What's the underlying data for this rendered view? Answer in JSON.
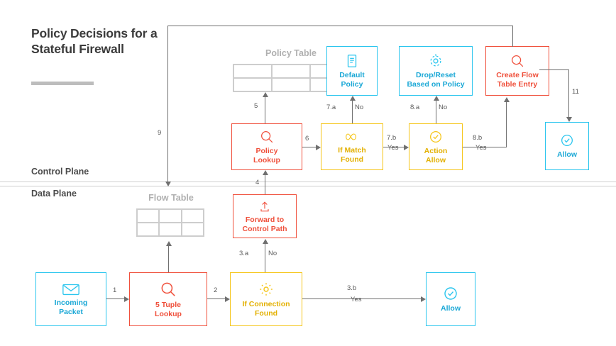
{
  "title": "Policy Decisions\nfor a Stateful\nFirewall",
  "planes": {
    "control": "Control Plane",
    "data": "Data Plane"
  },
  "tables": {
    "policy_table": "Policy Table",
    "flow_table": "Flow Table"
  },
  "nodes": {
    "incoming_packet": {
      "label": "Incoming\nPacket",
      "icon": "envelope-icon",
      "color": "#29c5ee"
    },
    "five_tuple_lookup": {
      "label": "5 Tuple\nLookup",
      "icon": "magnifier-icon",
      "color": "#f0503c"
    },
    "if_connection_found": {
      "label": "If Connection\nFound",
      "icon": "gear-icon",
      "color": "#f5c518"
    },
    "allow_data": {
      "label": "Allow",
      "icon": "check-circle-icon",
      "color": "#29c5ee"
    },
    "forward_to_control_path": {
      "label": "Forward to\nControl Path",
      "icon": "upload-icon",
      "color": "#f0503c"
    },
    "policy_lookup": {
      "label": "Policy\nLookup",
      "icon": "magnifier-icon",
      "color": "#f0503c"
    },
    "if_match_found": {
      "label": "If Match\nFound",
      "icon": "infinity-icon",
      "color": "#f5c518"
    },
    "action_allow": {
      "label": "Action\nAllow",
      "icon": "check-circle-icon",
      "color": "#f5c518"
    },
    "default_policy": {
      "label": "Default\nPolicy",
      "icon": "document-icon",
      "color": "#29c5ee"
    },
    "drop_reset_based_on_policy": {
      "label": "Drop/Reset\nBased on Policy",
      "icon": "target-icon",
      "color": "#29c5ee"
    },
    "create_flow_table_entry": {
      "label": "Create Flow\nTable Entry",
      "icon": "magnifier-icon",
      "color": "#f0503c"
    },
    "allow_control": {
      "label": "Allow",
      "icon": "check-circle-icon",
      "color": "#29c5ee"
    }
  },
  "edges": {
    "e1": "1",
    "e2": "2",
    "e3a": "3.a",
    "e3a_no": "No",
    "e3b": "3.b",
    "e3b_yes": "Yes",
    "e4": "4",
    "e5": "5",
    "e6": "6",
    "e7a": "7.a",
    "e7a_no": "No",
    "e7b": "7.b",
    "e7b_yes": "Yes",
    "e8a": "8.a",
    "e8a_no": "No",
    "e8b": "8.b",
    "e8b_yes": "Yes",
    "e9": "9",
    "e11": "11"
  }
}
